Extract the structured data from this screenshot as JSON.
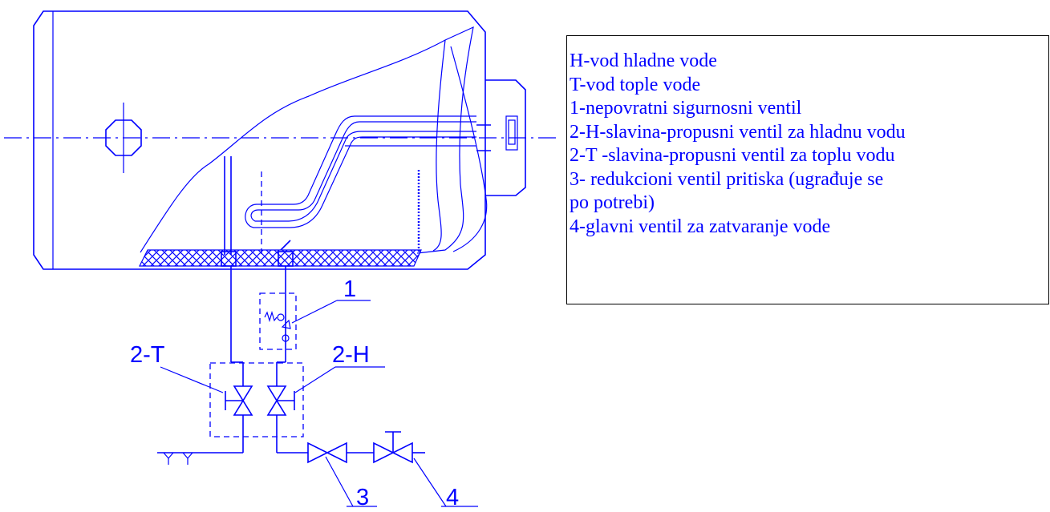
{
  "legend": {
    "items": [
      "H-vod hladne vode",
      "T-vod tople vode",
      "1-nepovratni sigurnosni ventil",
      "2-H-slavina-propusni ventil za hladnu vodu",
      "2-T -slavina-propusni ventil za toplu vodu",
      "3- redukcioni ventil pritiska (ugrađuje se",
      "po potrebi)",
      "4-glavni ventil za zatvaranje vode"
    ]
  },
  "labels": {
    "valve_1": "1",
    "valve_2t": "2-T",
    "valve_2h": "2-H",
    "valve_3": "3",
    "valve_4": "4"
  },
  "colors": {
    "drawing": "#0000ff",
    "legend_border": "#000000",
    "background": "#ffffff"
  }
}
